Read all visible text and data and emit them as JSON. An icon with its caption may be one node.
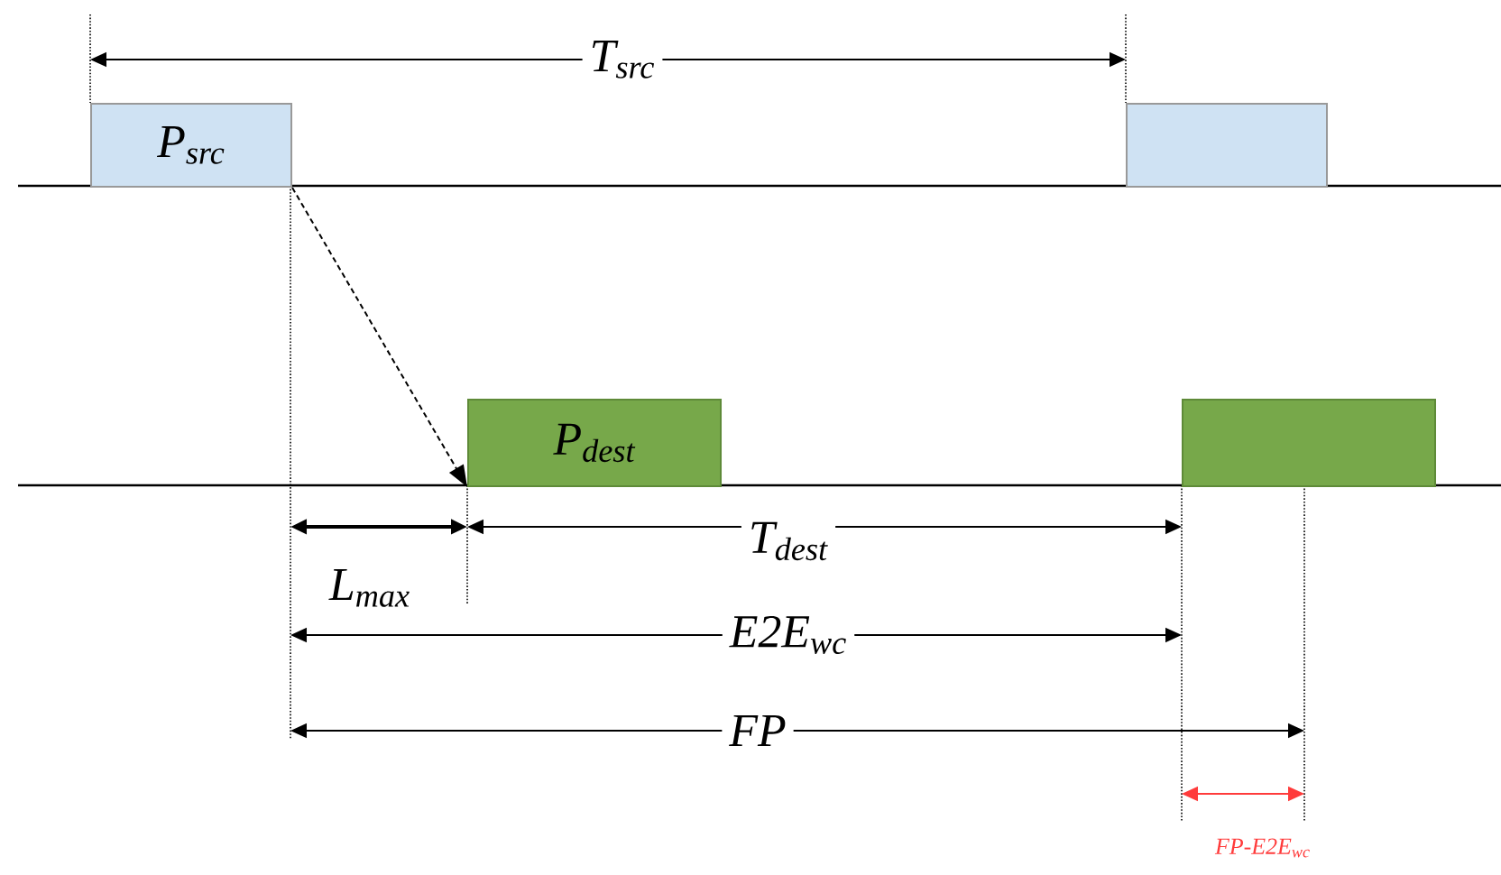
{
  "diagram": {
    "nodes": [
      {
        "text": [
          "P$_{src}$"
        ]
      },
      {
        "text": [],
        "shape": "box"
      },
      {
        "text": [
          "P$_{dest}$"
        ]
      },
      {
        "text": [],
        "shape": "box"
      }
    ],
    "edges": [
      {
        "from": 0,
        "to": 2,
        "arrow": "to",
        "style": "dashed"
      }
    ],
    "labels": [
      "T$_{src}$",
      "T$_{dest}$",
      "L$_{max}$",
      "E2E$_{wc}$",
      "FP",
      "FP-E2E$_{wc}$"
    ]
  }
}
